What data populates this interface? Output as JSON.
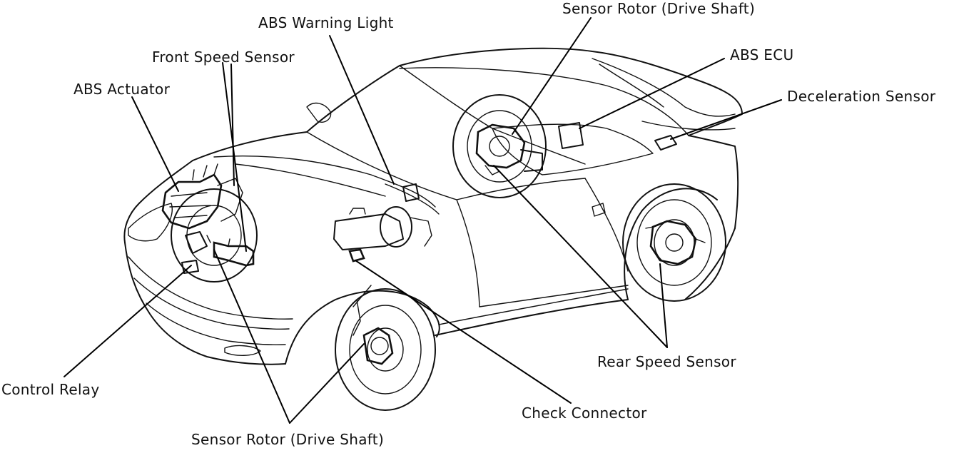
{
  "labels": {
    "abs_warning_light": "ABS Warning Light",
    "sensor_rotor_top": "Sensor Rotor (Drive Shaft)",
    "front_speed_sensor": "Front Speed Sensor",
    "abs_ecu": "ABS ECU",
    "abs_actuator": "ABS Actuator",
    "deceleration_sensor": "Deceleration Sensor",
    "rear_speed_sensor": "Rear Speed Sensor",
    "control_relay": "Control Relay",
    "check_connector": "Check Connector",
    "sensor_rotor_bottom": "Sensor Rotor (Drive Shaft)"
  }
}
